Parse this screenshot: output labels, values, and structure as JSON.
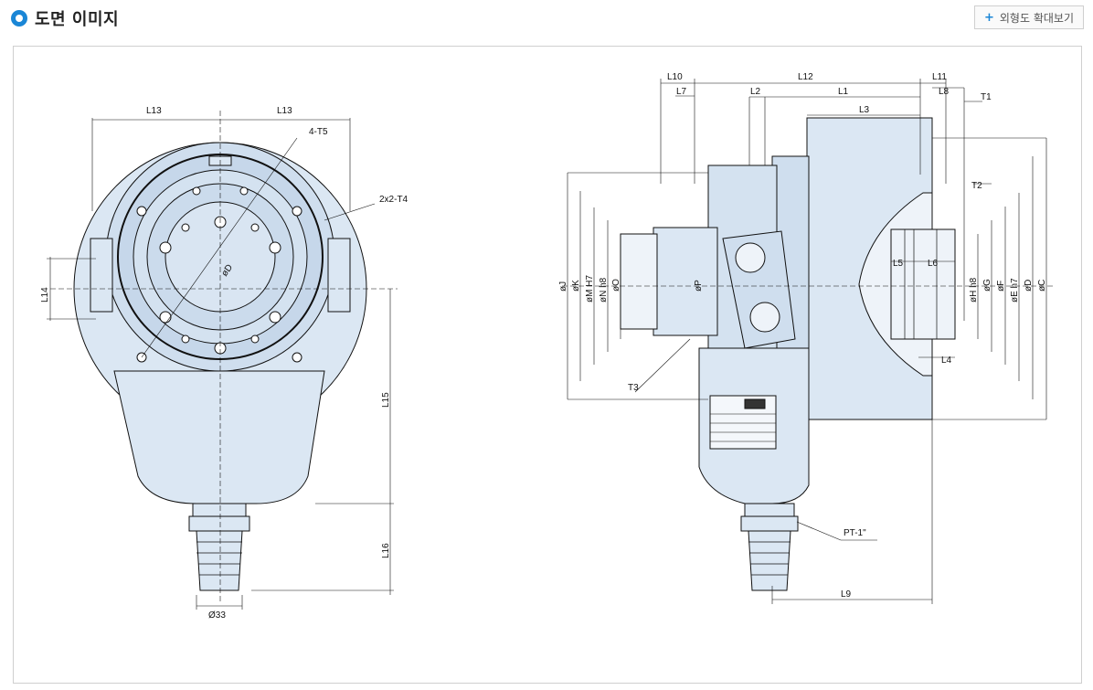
{
  "header": {
    "title": "도면 이미지",
    "zoom_button": "외형도 확대보기"
  },
  "front_view": {
    "labels": {
      "l13_left": "L13",
      "l13_right": "L13",
      "t5": "4-T5",
      "t4": "2x2-T4",
      "l14": "L14",
      "l15": "L15",
      "l16": "L16",
      "d33": "Ø33",
      "phi_d": "øD"
    }
  },
  "side_view": {
    "labels": {
      "l10": "L10",
      "l7": "L7",
      "l12": "L12",
      "l2": "L2",
      "l1": "L1",
      "l11": "L11",
      "l8": "L8",
      "l3": "L3",
      "t1": "T1",
      "t2": "T2",
      "l5": "L5",
      "l6": "L6",
      "l4": "L4",
      "t3": "T3",
      "pt": "PT-1\"",
      "l9": "L9",
      "phi_j": "øJ",
      "phi_k": "øK",
      "phi_m": "øM H7",
      "phi_n": "øN h8",
      "phi_o": "øO",
      "phi_p": "øP",
      "phi_h": "øH h8",
      "phi_g": "øG",
      "phi_f": "øF",
      "phi_e": "øE h7",
      "phi_d": "øD",
      "phi_c": "øC"
    }
  }
}
